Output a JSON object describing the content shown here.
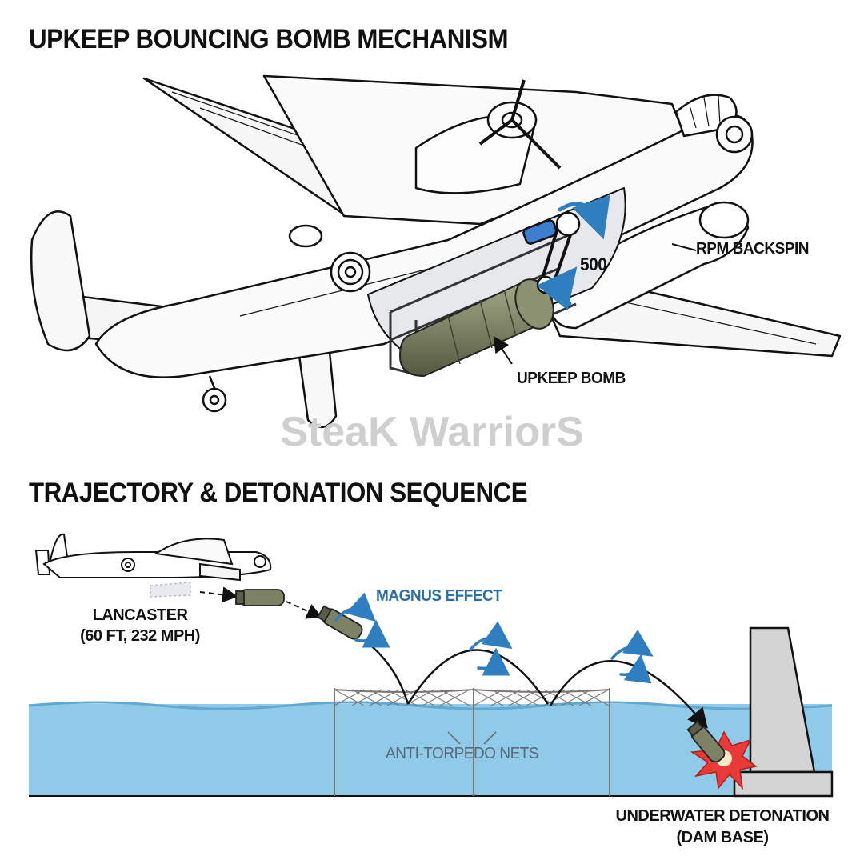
{
  "titles": {
    "mechanism": "UPKEEP BOUNCING BOMB MECHANISM",
    "trajectory": "TRAJECTORY & DETONATION SEQUENCE"
  },
  "labels": {
    "rpm_value": "500",
    "rpm_text": "RPM BACKSPIN",
    "bomb": "UPKEEP BOMB",
    "aircraft_name": "LANCASTER",
    "aircraft_params": "(60 FT, 232 MPH)",
    "magnus": "MAGNUS EFFECT",
    "nets": "ANTI-TORPEDO NETS",
    "detonation_line1": "UNDERWATER DETONATION",
    "detonation_line2": "(DAM BASE)"
  },
  "watermark": "SteaK WarriorS",
  "colors": {
    "ink": "#111111",
    "water": "#8fcbe8",
    "water_top": "#6cb7de",
    "bomb": "#7d8264",
    "spin_arrow": "#2f7fc0",
    "magnus_text": "#2a6fa8",
    "dam": "#d4d4d4",
    "blast": "#e83a36"
  }
}
